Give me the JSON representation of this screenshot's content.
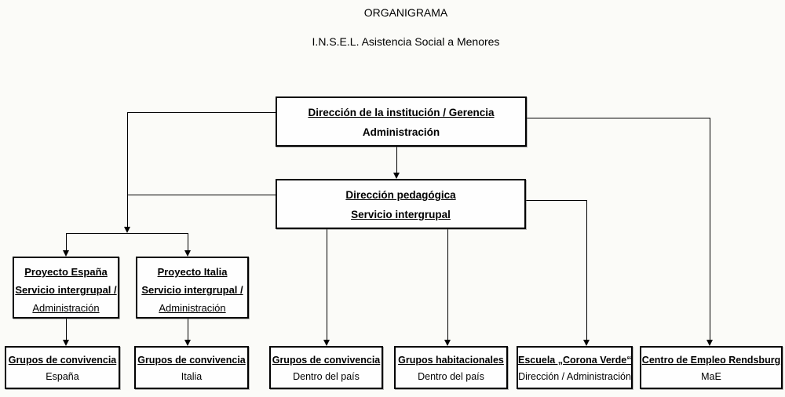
{
  "header": {
    "title": "ORGANIGRAMA",
    "subtitle": "I.N.S.E.L. Asistencia Social a Menores"
  },
  "nodes": {
    "direccion_gerencia": {
      "line1": "Dirección de la institución / Gerencia",
      "line2": "Administración"
    },
    "direccion_pedagogica": {
      "line1": "Dirección pedagógica",
      "line2": "Servicio intergrupal"
    },
    "proyecto_espana": {
      "line1": "Proyecto España",
      "line2": "Servicio intergrupal /",
      "line3": "Administración"
    },
    "proyecto_italia": {
      "line1": "Proyecto Italia",
      "line2": "Servicio intergrupal /",
      "line3": "Administración"
    },
    "grupos_convivencia_espana": {
      "line1": "Grupos de convivencia",
      "line2": "España"
    },
    "grupos_convivencia_italia": {
      "line1": "Grupos de convivencia",
      "line2": "Italia"
    },
    "grupos_convivencia_pais": {
      "line1": "Grupos de convivencia",
      "line2": "Dentro del país"
    },
    "grupos_habitacionales": {
      "line1": "Grupos habitacionales",
      "line2": "Dentro del país"
    },
    "escuela_corona_verde": {
      "line1": "Escuela „Corona Verde“",
      "line2": "Dirección / Administración"
    },
    "centro_empleo_rendsburg": {
      "line1": "Centro de Empleo Rendsburg",
      "line2": "MaE"
    }
  },
  "colors": {
    "background": "#fbfbf8",
    "box_background": "#fefefe",
    "box_border": "#000000",
    "connector_line": "#000000",
    "text": "#000000"
  }
}
